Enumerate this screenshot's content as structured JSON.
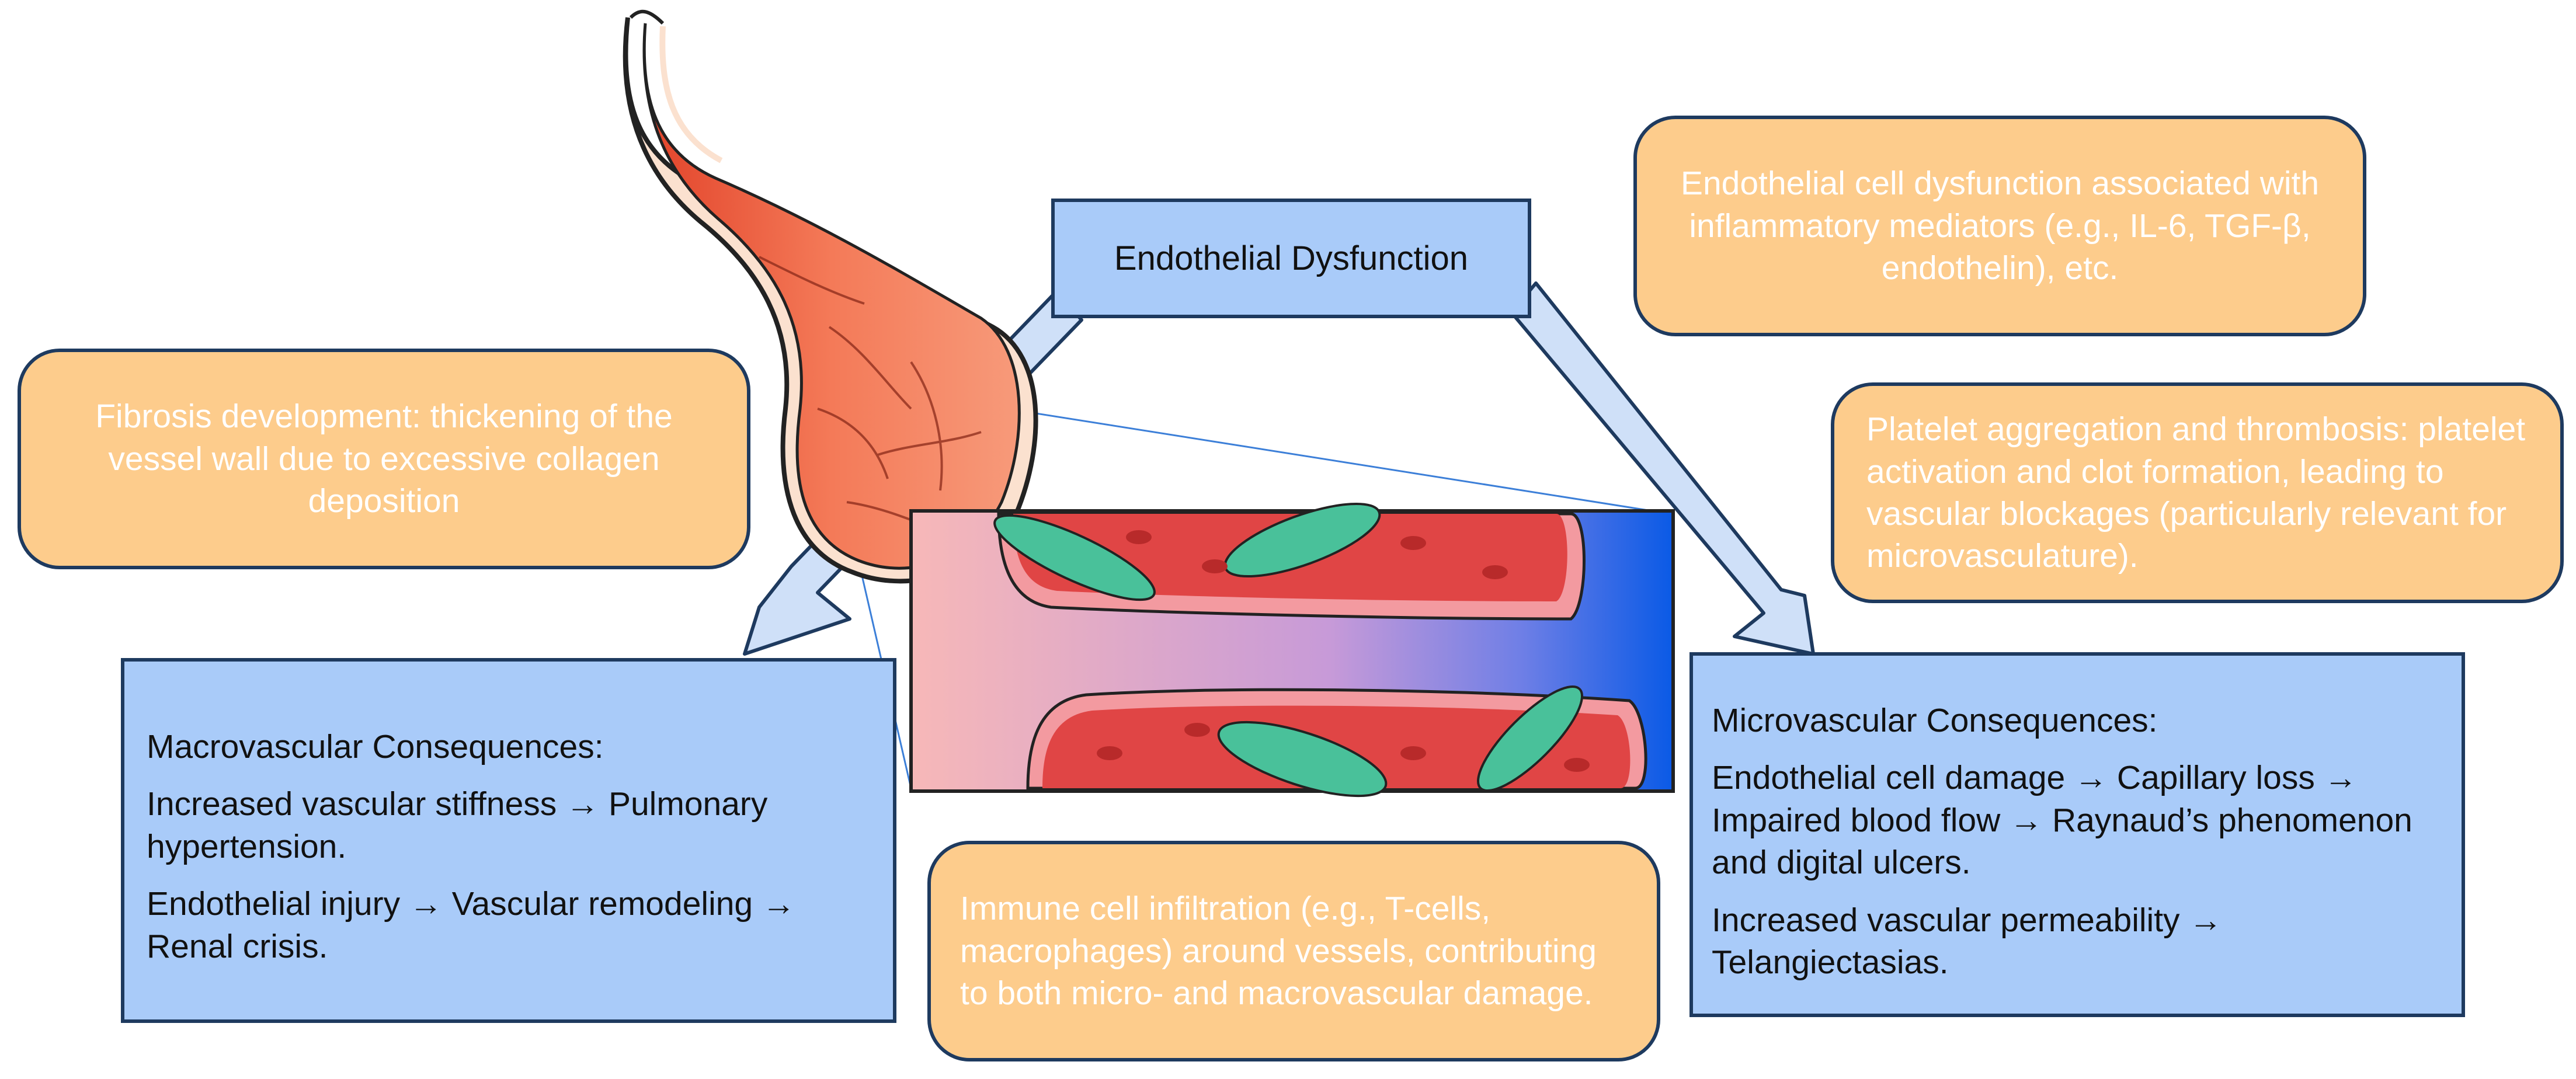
{
  "title": "Endothelial Dysfunction",
  "mechanisms": {
    "inflammation": "Endothelial cell dysfunction associated with inflammatory mediators (e.g., IL-6, TGF-β, endothelin), etc.",
    "fibrosis": "Fibrosis development: thickening of the vessel wall due to excessive collagen deposition",
    "thrombosis": "Platelet aggregation and thrombosis: platelet activation and clot formation, leading to vascular blockages (particularly relevant for microvasculature).",
    "immune": "Immune cell infiltration (e.g., T-cells, macrophages) around vessels, contributing to both micro- and macrovascular damage."
  },
  "macrovascular": {
    "heading": "Macrovascular Consequences:",
    "items": [
      "Increased vascular stiffness → Pulmonary hypertension.",
      "Endothelial injury → Vascular remodeling → Renal crisis."
    ]
  },
  "microvascular": {
    "heading": "Microvascular Consequences:",
    "items": [
      "Endothelial cell damage → Capillary loss → Impaired blood flow → Raynaud’s phenomenon and digital ulcers.",
      "Increased vascular permeability → Telangiectasias."
    ]
  },
  "colors": {
    "blue_box": "#a9cbf9",
    "orange_box": "#fdcc8c",
    "border": "#1e3a5f",
    "arrow": "#cfe0f8",
    "vessel": "#f07a55"
  }
}
